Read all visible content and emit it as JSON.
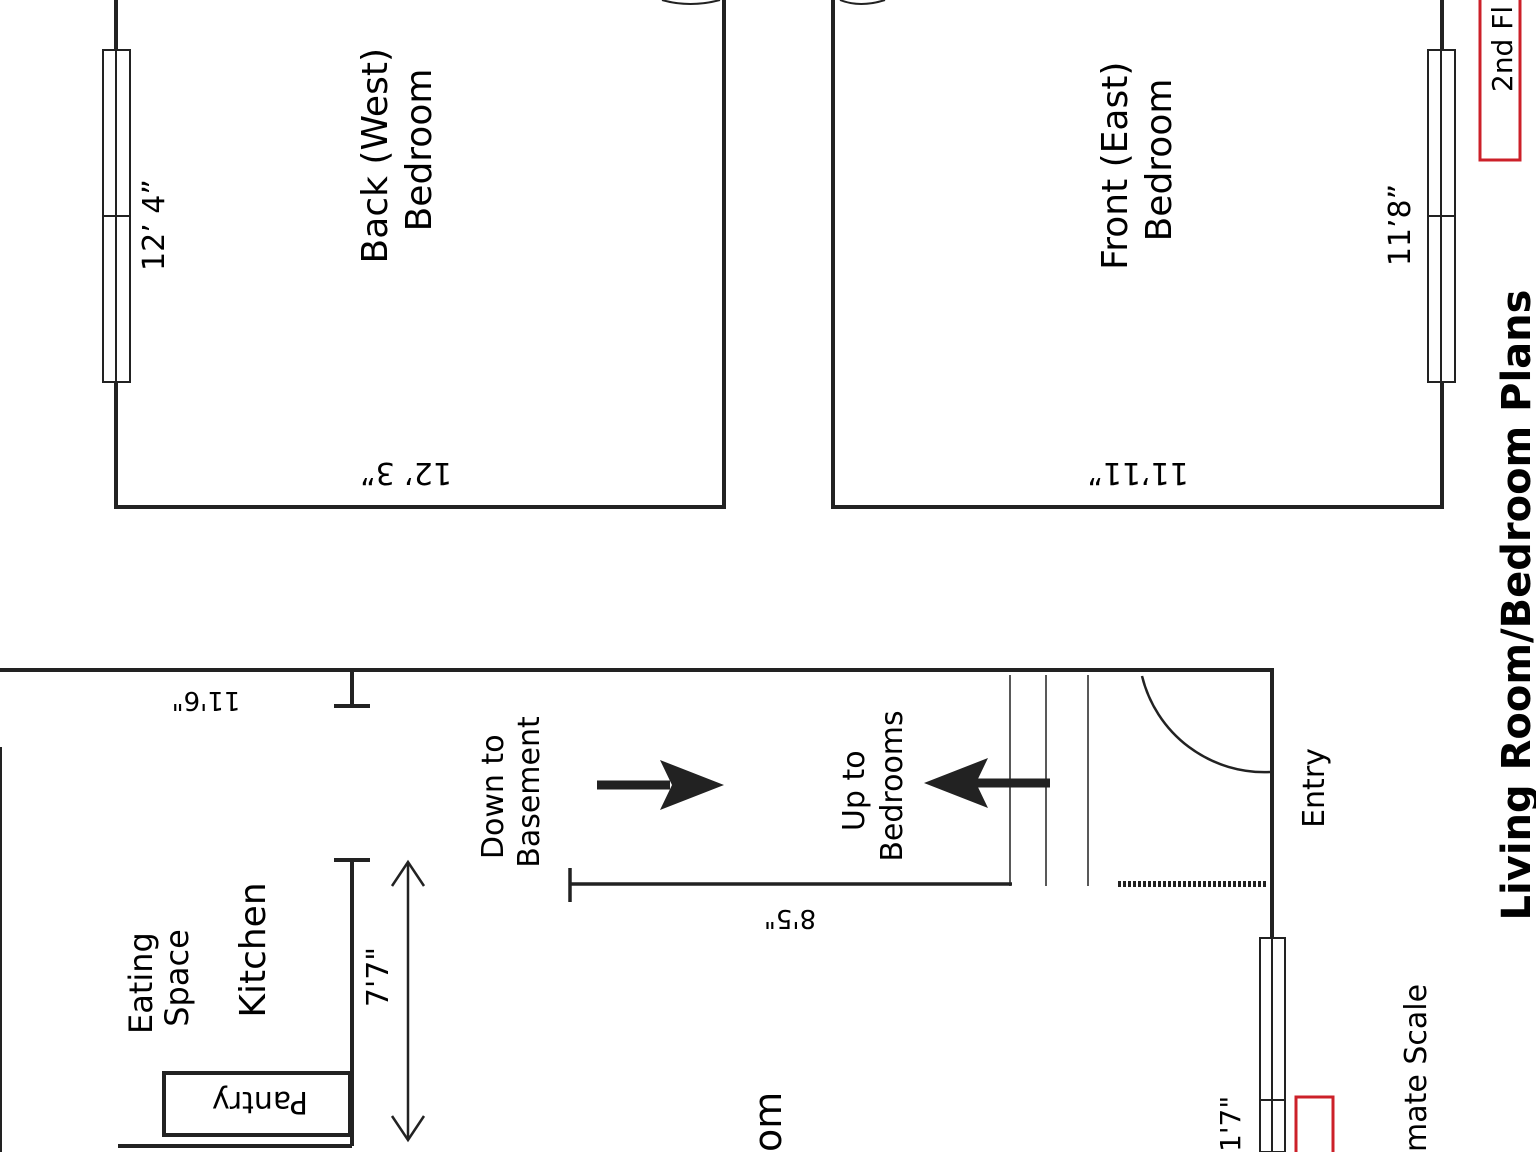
{
  "title": "Living Room/Bedroom Plans",
  "tag": "2nd Fl",
  "scale_note": "mate Scale",
  "rooms": {
    "back_bedroom": {
      "name_line1": "Back (West)",
      "name_line2": "Bedroom",
      "dim_side": "12’ 4”",
      "dim_bottom": "12’ 3”"
    },
    "front_bedroom": {
      "name_line1": "Front (East)",
      "name_line2": "Bedroom",
      "dim_side": "11’8”",
      "dim_bottom": "11’11”"
    },
    "kitchen": {
      "eating_line1": "Eating",
      "eating_line2": "Space",
      "name": "Kitchen",
      "dim": "7'7\""
    },
    "pantry": {
      "name": "Pantry"
    },
    "living_room": {
      "name_fragment": "om",
      "dim_partial": "1'7\""
    }
  },
  "labels": {
    "down_line1": "Down to",
    "down_line2": "Basement",
    "up_line1": "Up to",
    "up_line2": "Bedrooms",
    "entry": "Entry",
    "dim_11_6": "11'6\"",
    "dim_8_5": "8'5\""
  },
  "colors": {
    "walls": "#222222",
    "accent": "#cc2029"
  }
}
